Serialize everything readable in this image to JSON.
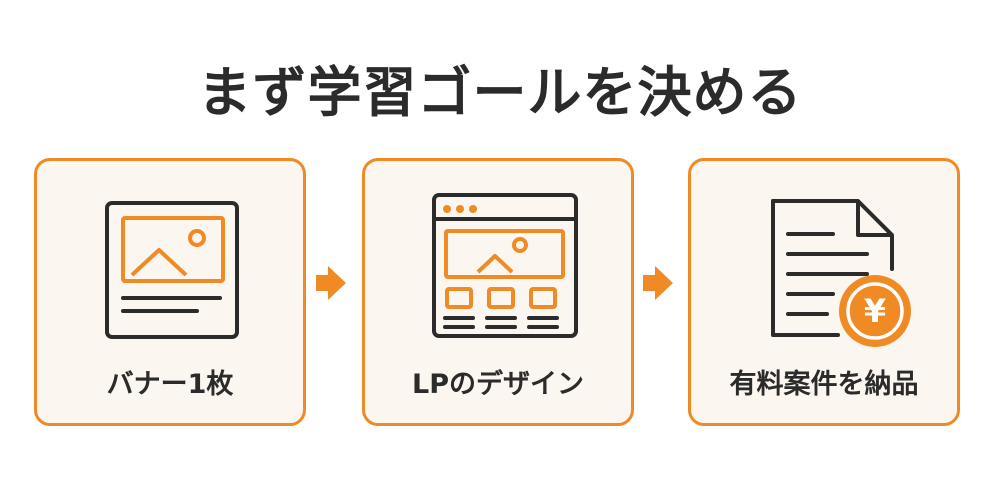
{
  "title": "まず学習ゴールを決める",
  "colors": {
    "accent": "#f08a24",
    "ink": "#2b2b2b",
    "card_bg": "#fbf6f0"
  },
  "steps": [
    {
      "label": "バナー1枚",
      "icon": "banner-image-icon"
    },
    {
      "label": "LPのデザイン",
      "icon": "landing-page-browser-icon"
    },
    {
      "label": "有料案件を納品",
      "icon": "invoice-document-yen-icon"
    }
  ],
  "yen_symbol": "¥"
}
